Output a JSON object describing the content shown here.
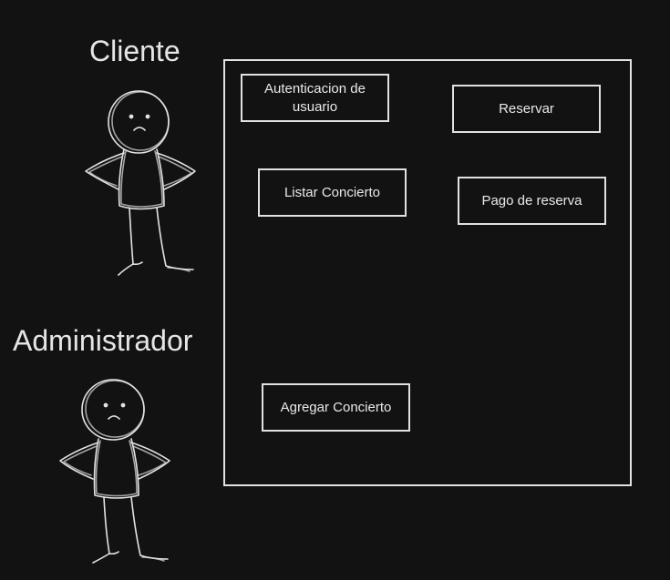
{
  "actors": {
    "cliente": "Cliente",
    "administrador": "Administrador"
  },
  "use_cases": {
    "autenticacion": "Autenticacion de usuario",
    "reservar": "Reservar",
    "listar": "Listar Concierto",
    "pago": "Pago de reserva",
    "agregar": "Agregar Concierto"
  },
  "colors": {
    "background": "#121212",
    "stroke": "#e3e3e3",
    "text": "#e9e9e9"
  },
  "icons": {
    "actor": "stick-figure-icon"
  }
}
